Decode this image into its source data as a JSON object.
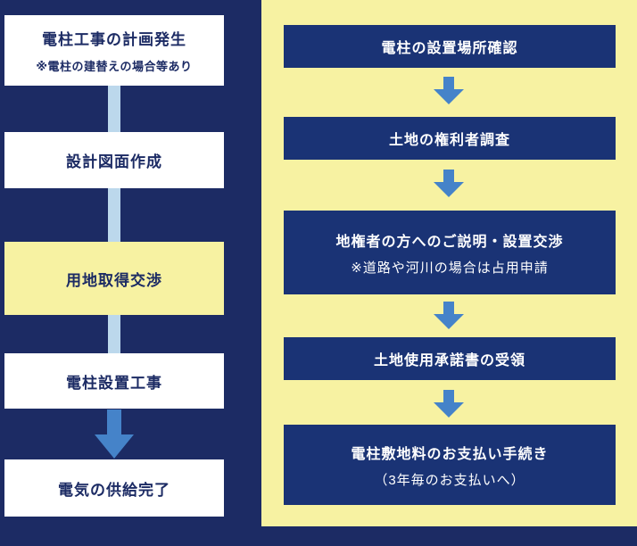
{
  "colors": {
    "background_navy": "#1c2b64",
    "panel_yellow": "#f7f2a2",
    "box_navy": "#1a3375",
    "box_white": "#ffffff",
    "box_yellow": "#f7f2a2",
    "arrow_blue": "#4583c9",
    "connector_light_blue": "#bcd8ec",
    "text_navy": "#1c2b64",
    "text_white": "#ffffff"
  },
  "left_flow": {
    "steps": [
      {
        "title": "電柱工事の計画発生",
        "note": "※電柱の建替えの場合等あり"
      },
      {
        "title": "設計図面作成"
      },
      {
        "title": "用地取得交渉"
      },
      {
        "title": "電柱設置工事"
      },
      {
        "title": "電気の供給完了"
      }
    ]
  },
  "right_flow": {
    "steps": [
      {
        "title": "電柱の設置場所確認"
      },
      {
        "title": "土地の権利者調査"
      },
      {
        "title": "地権者の方へのご説明・設置交渉",
        "note": "※道路や河川の場合は占用申請"
      },
      {
        "title": "土地使用承諾書の受領"
      },
      {
        "title": "電柱敷地料のお支払い手続き",
        "note": "（3年毎のお支払いへ）"
      }
    ]
  }
}
